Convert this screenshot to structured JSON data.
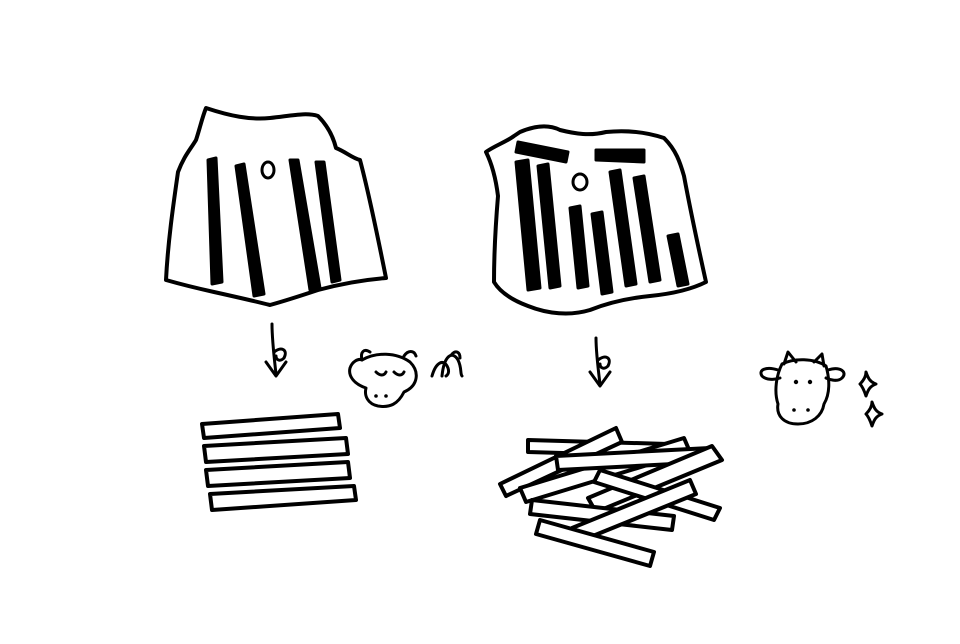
{
  "scene": {
    "left_panel": {
      "ice_block": "barred-ice-block-left",
      "result": "neat-stacked-sticks",
      "character": "cow-sleepy-face",
      "accent": "zzz-scribble"
    },
    "right_panel": {
      "ice_block": "barred-ice-block-right",
      "result": "messy-pile-of-sticks",
      "character": "cow-happy-face",
      "accent": "sparkle-stars"
    }
  },
  "colors": {
    "ink": "#000000",
    "paper": "#ffffff"
  }
}
